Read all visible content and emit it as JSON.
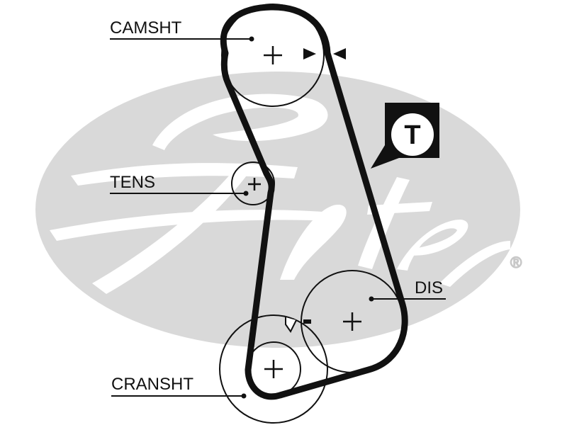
{
  "diagram": {
    "title": "Timing belt routing diagram",
    "watermark": {
      "brand": "Gates",
      "registered_mark": "®",
      "color": "#d9d9d9"
    },
    "belt_color": "#111111",
    "labels": {
      "camshaft": "CAMSHT",
      "tensioner": "TENS",
      "distributor": "DIS",
      "crankshaft": "CRANSHT"
    },
    "tension_badge": {
      "letter": "T",
      "meaning": "tension-check-point"
    },
    "timing_mark": {
      "symbol": "▶◀",
      "location": "camshaft"
    },
    "minus_marker": "-",
    "centre_marker": "+"
  }
}
